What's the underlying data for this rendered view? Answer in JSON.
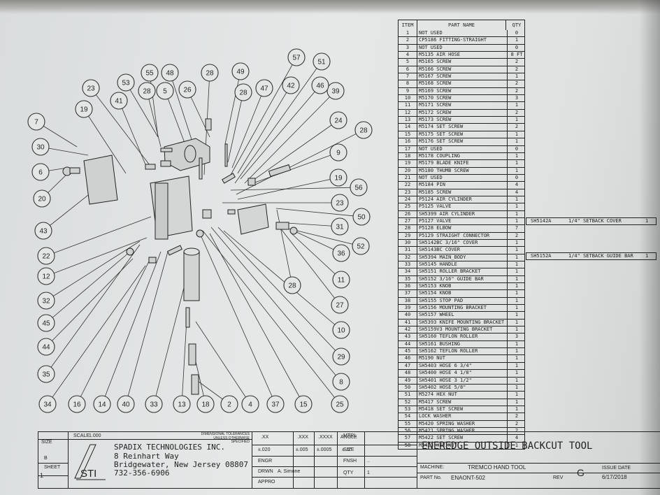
{
  "parts_table": {
    "headers": {
      "item": "ITEM",
      "name": "PART NAME",
      "qty": "QTY"
    },
    "rows": [
      [
        "1",
        "NOT USED",
        "0"
      ],
      [
        "2",
        "CP5186 FITTING-STRAIGHT",
        "1"
      ],
      [
        "3",
        "NOT USED",
        "0"
      ],
      [
        "4",
        "M5135  AIR HOSE",
        "8 FT"
      ],
      [
        "5",
        "M5165  SCREW",
        "2"
      ],
      [
        "6",
        "M5166  SCREW",
        "2"
      ],
      [
        "7",
        "M5167  SCREW",
        "1"
      ],
      [
        "8",
        "M5168  SCREW",
        "2"
      ],
      [
        "9",
        "M5169  SCREW",
        "2"
      ],
      [
        "10",
        "M5170  SCREW",
        "3"
      ],
      [
        "11",
        "M5171  SCREW",
        "1"
      ],
      [
        "12",
        "M5172  SCREW",
        "2"
      ],
      [
        "13",
        "M5173  SCREW",
        "1"
      ],
      [
        "14",
        "M5174  SET SCREW",
        "2"
      ],
      [
        "15",
        "M5175  SET SCREW",
        "1"
      ],
      [
        "16",
        "M5176  SET SCREW",
        "1"
      ],
      [
        "17",
        "NOT USED",
        "0"
      ],
      [
        "18",
        "M5178  COUPLING",
        "1"
      ],
      [
        "19",
        "M5179  BLADE KNIFE",
        "1"
      ],
      [
        "20",
        "M5180  THUMB SCREW",
        "1"
      ],
      [
        "21",
        "NOT USED",
        "0"
      ],
      [
        "22",
        "M5184  PIN",
        "4"
      ],
      [
        "23",
        "M5185  SCREW",
        "4"
      ],
      [
        "24",
        "P5124  AIR CYLINDER",
        "1"
      ],
      [
        "25",
        "P5125  VALVE",
        "1"
      ],
      [
        "26",
        "SH5399  AIR CYLINDER",
        "1"
      ],
      [
        "27",
        "P5127  VALVE",
        "1"
      ],
      [
        "28",
        "P5128  ELBOW",
        "7"
      ],
      [
        "29",
        "P5129  STRAIGHT CONNECTOR",
        "2"
      ],
      [
        "30",
        "SH5142BC 3/16\" COVER",
        "1"
      ],
      [
        "31",
        "SH5143BC COVER",
        "1"
      ],
      [
        "32",
        "SH5394  MAIN_BODY",
        "1"
      ],
      [
        "33",
        "SH5145  HANDLE",
        "1"
      ],
      [
        "34",
        "SH5151  ROLLER BRACKET",
        "1"
      ],
      [
        "35",
        "SH5152  3/16\" GUIDE BAR",
        "1"
      ],
      [
        "36",
        "SH5153  KNOB",
        "1"
      ],
      [
        "37",
        "SH5154  KNOB",
        "1"
      ],
      [
        "38",
        "SH5155  STOP PAD",
        "1"
      ],
      [
        "39",
        "SH5156  MOUNTING BRACKET",
        "1"
      ],
      [
        "40",
        "SH5157  WHEEL",
        "1"
      ],
      [
        "41",
        "SH5393  KNIFE MOUNTING BRACKET",
        "1"
      ],
      [
        "42",
        "SH5159V3 MOUNTING BRACKET",
        "1"
      ],
      [
        "43",
        "SH5160  TEFLON ROLLER",
        "3"
      ],
      [
        "44",
        "SH5161  BUSHING",
        "1"
      ],
      [
        "45",
        "SH5162  TEFLON ROLLER",
        "1"
      ],
      [
        "46",
        "M5190  NUT",
        "1"
      ],
      [
        "47",
        "SH5403  HOSE 6 3/4\"",
        "1"
      ],
      [
        "48",
        "SH5400  HOSE 4 1/8\"",
        "1"
      ],
      [
        "49",
        "SH5401  HOSE 3 1/2\"",
        "1"
      ],
      [
        "50",
        "SH5402  HOSE 5/8\"",
        "1"
      ],
      [
        "51",
        "M5274  HEX NUT",
        "1"
      ],
      [
        "52",
        "M5417  SCREW",
        "1"
      ],
      [
        "53",
        "M5418  SET SCREW",
        "1"
      ],
      [
        "54",
        "LOCK WASHER",
        "2"
      ],
      [
        "55",
        "M5420  SPRING WASHER",
        "2"
      ],
      [
        "56",
        "M5421  SPRING WASHER",
        "2"
      ],
      [
        "57",
        "M5422  SET SCREW",
        "4"
      ],
      [
        "58",
        "M5423  HEX NUT",
        "1"
      ]
    ]
  },
  "alternates": [
    {
      "part": "SH5142A",
      "name": "1/4\" SETBACK COVER",
      "qty": "1"
    },
    {
      "part": "SH5152A",
      "name": "1/4\" SETBACK GUIDE BAR",
      "qty": "1"
    }
  ],
  "balloons": [
    "57",
    "51",
    "39",
    "24",
    "28",
    "9",
    "19",
    "56",
    "23",
    "50",
    "31",
    "52",
    "36",
    "11",
    "27",
    "10",
    "29",
    "8",
    "25",
    "15",
    "37",
    "4",
    "2",
    "18",
    "13",
    "33",
    "40",
    "14",
    "16",
    "34",
    "35",
    "44",
    "45",
    "32",
    "12",
    "22",
    "43",
    "20",
    "6",
    "30",
    "7",
    "19",
    "23",
    "41",
    "53",
    "55",
    "28",
    "5",
    "48",
    "26",
    "28",
    "49",
    "28",
    "47",
    "42",
    "46",
    "28"
  ],
  "title_block": {
    "size_label": "SIZE",
    "scale_label": "SCALE",
    "scale_value": "1.000",
    "size_value": "B",
    "sheet_label": "SHEET",
    "sheet_value": "1",
    "company": "SPADIX TECHNOLOGIES INC.",
    "address1": "8 Reinhart Way",
    "address2": "Bridgewater, New Jersey 08807",
    "phone": "732-356-6906",
    "tolerances_label": "DIMENSIONAL TOLERANCES UNLESS OTHERWISE SPECIFIED",
    "tol_headers": [
      ".XX",
      ".XXX",
      ".XXXX",
      "ANGLE"
    ],
    "tol_values": [
      "±.020",
      "±.005",
      "±.0005",
      "± .5°"
    ],
    "engr_label": "ENGR",
    "drwn_label": "DRWN",
    "drwn_value": "A. Simone",
    "appro_label": "APPRO",
    "mtrl_label": "MTRL",
    "size2_label": "SIZE",
    "fnsh_label": "FNSH",
    "fnsh_value": "..",
    "qty_label": "QTY",
    "qty_value": "1",
    "title": "ENEREDGE OUTSIDE BACKCUT TOOL",
    "machine_label": "MACHINE:",
    "machine_value": "TREMCO HAND TOOL",
    "partno_label": "PART No.",
    "partno_value": "ENAONT-502",
    "rev_label": "REV",
    "rev_value": "G",
    "issue_label": "ISSUE DATE",
    "issue_value": "6/17/2018"
  }
}
